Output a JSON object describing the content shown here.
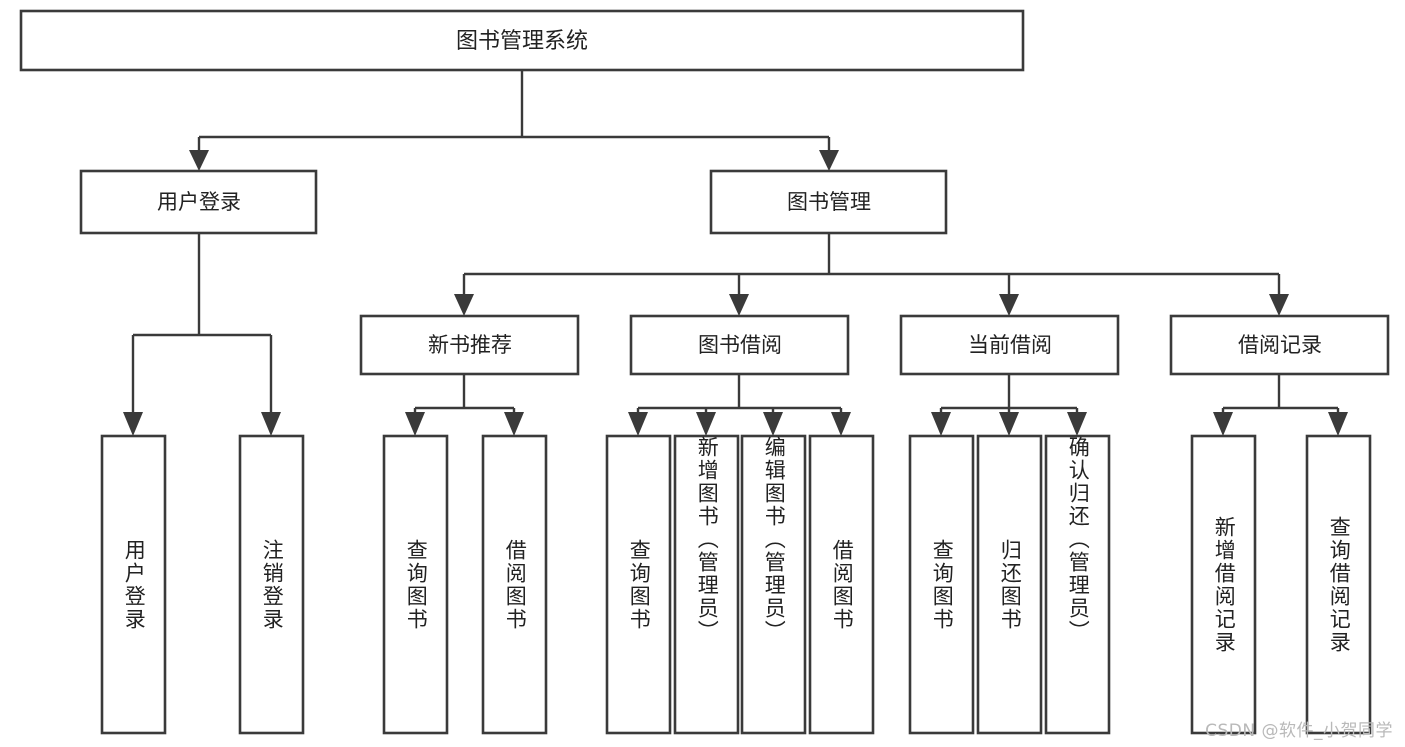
{
  "diagram": {
    "type": "tree-hierarchy-chart",
    "title": "图书管理系统",
    "orientation": "top-down",
    "colors": {
      "box_fill": "#ffffff",
      "box_stroke": "#3a3a3a",
      "connector": "#3a3a3a",
      "text": "#222222",
      "background": "#ffffff",
      "watermark": "#b9b9b9"
    },
    "root": {
      "id": "root",
      "label": "图书管理系统",
      "text_orientation": "horizontal"
    },
    "level2": [
      {
        "id": "user-login",
        "label": "用户登录",
        "text_orientation": "horizontal"
      },
      {
        "id": "book-management",
        "label": "图书管理",
        "text_orientation": "horizontal"
      }
    ],
    "level3": [
      {
        "id": "new-book-recommend",
        "label": "新书推荐",
        "parent": "book-management",
        "text_orientation": "horizontal"
      },
      {
        "id": "book-borrow",
        "label": "图书借阅",
        "parent": "book-management",
        "text_orientation": "horizontal"
      },
      {
        "id": "current-borrow",
        "label": "当前借阅",
        "parent": "book-management",
        "text_orientation": "horizontal"
      },
      {
        "id": "borrow-record",
        "label": "借阅记录",
        "parent": "book-management",
        "text_orientation": "horizontal"
      }
    ],
    "leaves": [
      {
        "id": "leaf-user-login",
        "label": "用户登录",
        "parent": "user-login",
        "text_orientation": "vertical"
      },
      {
        "id": "leaf-user-logout",
        "label": "注销登录",
        "parent": "user-login",
        "text_orientation": "vertical"
      },
      {
        "id": "leaf-query-book-1",
        "label": "查询图书",
        "parent": "new-book-recommend",
        "text_orientation": "vertical"
      },
      {
        "id": "leaf-borrow-book-1",
        "label": "借阅图书",
        "parent": "new-book-recommend",
        "text_orientation": "vertical"
      },
      {
        "id": "leaf-query-book-2",
        "label": "查询图书",
        "parent": "book-borrow",
        "text_orientation": "vertical"
      },
      {
        "id": "leaf-add-book",
        "label": "新增图书（管理员）",
        "parent": "book-borrow",
        "text_orientation": "vertical"
      },
      {
        "id": "leaf-edit-book",
        "label": "编辑图书（管理员）",
        "parent": "book-borrow",
        "text_orientation": "vertical"
      },
      {
        "id": "leaf-borrow-book-2",
        "label": "借阅图书",
        "parent": "book-borrow",
        "text_orientation": "vertical"
      },
      {
        "id": "leaf-query-book-3",
        "label": "查询图书",
        "parent": "current-borrow",
        "text_orientation": "vertical"
      },
      {
        "id": "leaf-return-book",
        "label": "归还图书",
        "parent": "current-borrow",
        "text_orientation": "vertical"
      },
      {
        "id": "leaf-confirm-return",
        "label": "确认归还（管理员）",
        "parent": "current-borrow",
        "text_orientation": "vertical"
      },
      {
        "id": "leaf-add-record",
        "label": "新增借阅记录",
        "parent": "borrow-record",
        "text_orientation": "vertical"
      },
      {
        "id": "leaf-query-record",
        "label": "查询借阅记录",
        "parent": "borrow-record",
        "text_orientation": "vertical"
      }
    ]
  },
  "watermark": {
    "text": "CSDN @软件_小贺同学"
  }
}
